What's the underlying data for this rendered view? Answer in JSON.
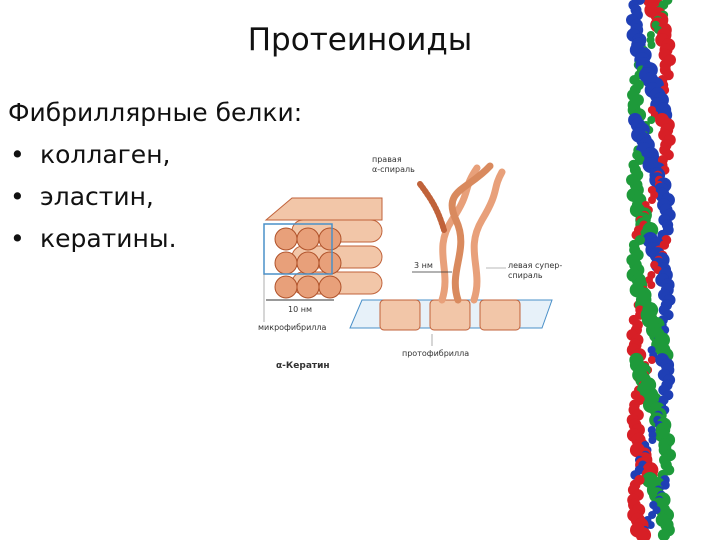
{
  "slide": {
    "title": "Протеиноиды",
    "heading": "Фибриллярные белки:",
    "bullets": [
      "коллаген,",
      "эластин,",
      "кератины."
    ]
  },
  "figure": {
    "label_right_helix": [
      "правая",
      "α-спираль"
    ],
    "label_left_superhelix": [
      "левая супер-",
      "спираль"
    ],
    "label_3nm": "3 нм",
    "label_10nm": "10 нм",
    "label_microfibril": "микрофибрилла",
    "label_protofibril": "протофибрилла",
    "label_caption": "α-Кератин"
  },
  "colors": {
    "fiber": "#e8a07a",
    "fiber_dark": "#c0623a",
    "highlight_box": "#4a90c8",
    "helix_red": "#d71f26",
    "helix_green": "#1e9a3a",
    "helix_blue": "#1f3fb5"
  }
}
